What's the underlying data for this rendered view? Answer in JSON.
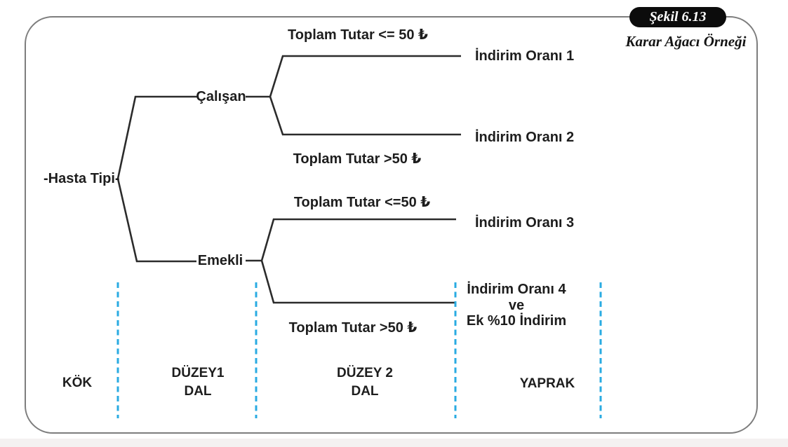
{
  "figure": {
    "badge_label": "Şekil 6.13",
    "caption": "Karar Ağacı Örneği"
  },
  "tree": {
    "root_label": "-Hasta Tipi-",
    "node_calisan": "Çalışan",
    "node_emekli": "Emekli",
    "cond_calisan_le": "Toplam Tutar <= 50 ₺",
    "cond_calisan_gt": "Toplam Tutar >50 ₺",
    "cond_emekli_le": "Toplam Tutar <=50 ₺",
    "cond_emekli_gt": "Toplam Tutar >50 ₺",
    "leaf1": "İndirim Oranı 1",
    "leaf2": "İndirim Oranı 2",
    "leaf3": "İndirim Oranı 3",
    "leaf4_line1": "İndirim Oranı 4",
    "leaf4_line2": "ve",
    "leaf4_line3": "Ek %10 İndirim"
  },
  "zones": {
    "kok": "KÖK",
    "duzey1_line1": "DÜZEY1",
    "duzey1_line2": "DAL",
    "duzey2_line1": "DÜZEY 2",
    "duzey2_line2": "DAL",
    "yaprak": "YAPRAK"
  },
  "colors": {
    "dashed_divider": "#29abe2",
    "tree_line": "#2b2b2b",
    "badge_background": "#0c0c0c",
    "frame_border": "#7d7d7d"
  }
}
